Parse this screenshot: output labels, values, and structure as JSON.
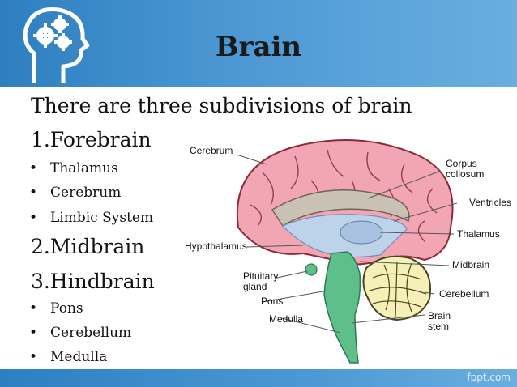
{
  "slide": {
    "title": "Brain",
    "intro": "There are three subdivisions of brain",
    "forebrain": "1.Forebrain",
    "forebrain_items": [
      "Thalamus",
      "Cerebrum",
      "Limbic System"
    ],
    "midbrain": "2.Midbrain",
    "hindbrain": "3.Hindbrain",
    "hindbrain_items": [
      "Pons",
      "Cerebellum",
      "Medulla"
    ]
  },
  "diagram_labels": {
    "cerebrum": "Cerebrum",
    "corpus_1": "Corpus",
    "corpus_2": "collosum",
    "ventricles": "Ventricles",
    "thalamus": "Thalamus",
    "hypothalamus": "Hypothalamus",
    "midbrain": "Midbrain",
    "pituitary_1": "Pituitary",
    "pituitary_2": "gland",
    "pons": "Pons",
    "cerebellum": "Cerebellum",
    "medulla": "Medulla",
    "brain_stem_1": "Brain",
    "brain_stem_2": "stem"
  },
  "footer": {
    "brand": "fppt.com"
  },
  "colors": {
    "header": "#3f8fcf",
    "cerebrum": "#f2a6b4",
    "brainstem": "#5fbf8a",
    "cerebellum": "#f5f0b8",
    "ventricle": "#bcd3ea"
  }
}
